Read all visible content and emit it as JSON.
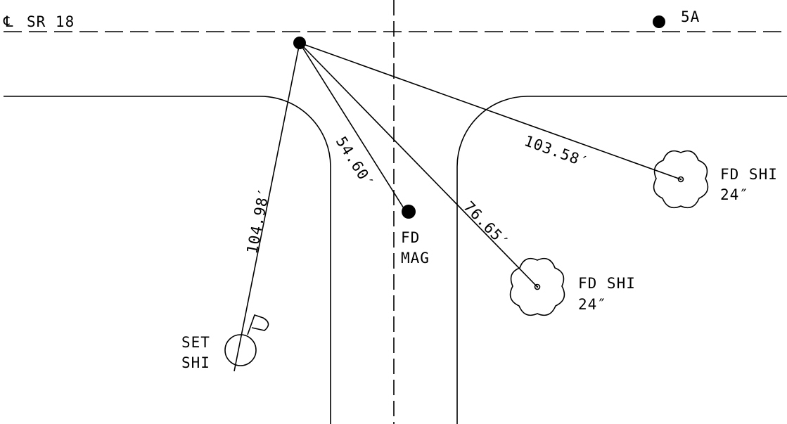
{
  "labels": {
    "centerline_symbol": "℄",
    "road_name": "SR 18",
    "point_5a": "5A",
    "fd_mag": [
      "FD",
      "MAG"
    ],
    "fd_shi_right": [
      "FD SHI",
      "24″"
    ],
    "fd_shi_lower": [
      "FD SHI",
      "24″"
    ],
    "set_shi": [
      "SET",
      "SHI"
    ]
  },
  "distances": {
    "to_set_shi": "104.98′",
    "to_fd_mag": "54.60′",
    "to_fd_shi_lower": "76.65′",
    "to_fd_shi_right": "103.58′"
  },
  "colors": {
    "ink": "#000000",
    "paper": "#ffffff"
  }
}
